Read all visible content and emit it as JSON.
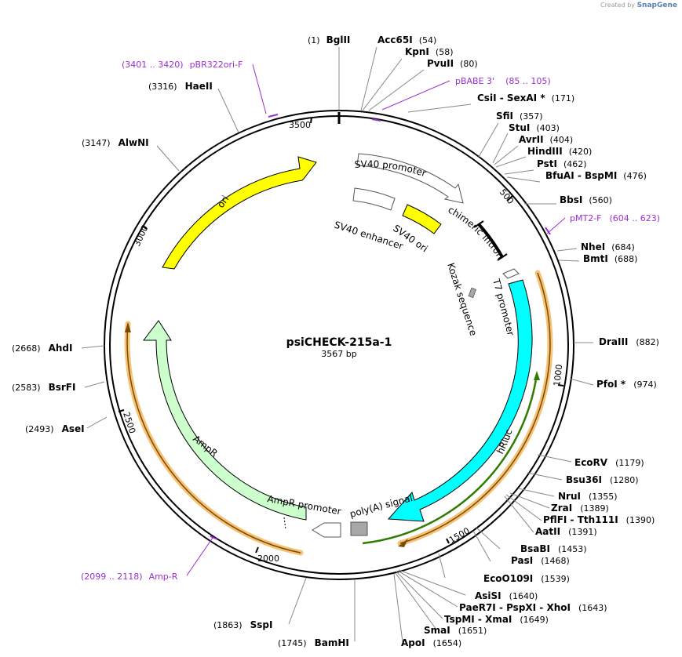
{
  "credit": {
    "created_by": "Created by",
    "brand": "SnapGene"
  },
  "plasmid": {
    "name": "psiCHECK-215a-1",
    "length_label": "3567 bp",
    "length": 3567
  },
  "ticks": [
    "500",
    "1000",
    "1500",
    "2000",
    "2500",
    "3000",
    "3500"
  ],
  "sites": [
    {
      "pos": 1,
      "name": "BglII",
      "pos_label": "(1)"
    },
    {
      "pos": 54,
      "name": "Acc65I",
      "pos_label": "(54)"
    },
    {
      "pos": 58,
      "name": "KpnI",
      "pos_label": "(58)"
    },
    {
      "pos": 80,
      "name": "PvuII",
      "pos_label": "(80)"
    },
    {
      "pos": 171,
      "name": "CsiI  -  SexAI *",
      "pos_label": "(171)"
    },
    {
      "pos": 357,
      "name": "SfiI",
      "pos_label": "(357)"
    },
    {
      "pos": 403,
      "name": "StuI",
      "pos_label": "(403)"
    },
    {
      "pos": 404,
      "name": "AvrII",
      "pos_label": "(404)"
    },
    {
      "pos": 420,
      "name": "HindIII",
      "pos_label": "(420)"
    },
    {
      "pos": 462,
      "name": "PstI",
      "pos_label": "(462)"
    },
    {
      "pos": 476,
      "name": "BfuAI  -  BspMI",
      "pos_label": "(476)"
    },
    {
      "pos": 560,
      "name": "BbsI",
      "pos_label": "(560)"
    },
    {
      "pos": 684,
      "name": "NheI",
      "pos_label": "(684)"
    },
    {
      "pos": 688,
      "name": "BmtI",
      "pos_label": "(688)"
    },
    {
      "pos": 882,
      "name": "DraIII",
      "pos_label": "(882)"
    },
    {
      "pos": 974,
      "name": "PfoI *",
      "pos_label": "(974)"
    },
    {
      "pos": 1179,
      "name": "EcoRV",
      "pos_label": "(1179)"
    },
    {
      "pos": 1280,
      "name": "Bsu36I",
      "pos_label": "(1280)"
    },
    {
      "pos": 1355,
      "name": "NruI",
      "pos_label": "(1355)"
    },
    {
      "pos": 1389,
      "name": "ZraI",
      "pos_label": "(1389)"
    },
    {
      "pos": 1390,
      "name": "PflFI  -  Tth111I",
      "pos_label": "(1390)"
    },
    {
      "pos": 1391,
      "name": "AatII",
      "pos_label": "(1391)"
    },
    {
      "pos": 1453,
      "name": "BsaBI",
      "pos_label": "(1453)"
    },
    {
      "pos": 1468,
      "name": "PasI",
      "pos_label": "(1468)"
    },
    {
      "pos": 1539,
      "name": "EcoO109I",
      "pos_label": "(1539)"
    },
    {
      "pos": 1640,
      "name": "AsiSI",
      "pos_label": "(1640)"
    },
    {
      "pos": 1643,
      "name": "PaeR7I  -  PspXI  -  XhoI",
      "pos_label": "(1643)"
    },
    {
      "pos": 1649,
      "name": "TspMI  -  XmaI",
      "pos_label": "(1649)"
    },
    {
      "pos": 1651,
      "name": "SmaI",
      "pos_label": "(1651)"
    },
    {
      "pos": 1654,
      "name": "ApoI",
      "pos_label": "(1654)"
    },
    {
      "pos": 1745,
      "name": "BamHI",
      "pos_label": "(1745)"
    },
    {
      "pos": 1863,
      "name": "SspI",
      "pos_label": "(1863)"
    },
    {
      "pos": 2493,
      "name": "AseI",
      "pos_label": "(2493)"
    },
    {
      "pos": 2583,
      "name": "BsrFI",
      "pos_label": "(2583)"
    },
    {
      "pos": 2668,
      "name": "AhdI",
      "pos_label": "(2668)"
    },
    {
      "pos": 3147,
      "name": "AlwNI",
      "pos_label": "(3147)"
    },
    {
      "pos": 3316,
      "name": "HaeII",
      "pos_label": "(3316)"
    }
  ],
  "primers": [
    {
      "name": "pBR322ori-F",
      "range_label": "(3401 .. 3420)"
    },
    {
      "name": "pBABE 3'",
      "range_label": "(85 .. 105)"
    },
    {
      "name": "pMT2-F",
      "range_label": "(604 .. 623)"
    },
    {
      "name": "Amp-R",
      "range_label": "(2099 .. 2118)"
    }
  ],
  "features": {
    "sv40_promoter": "SV40 promoter",
    "sv40_enhancer": "SV40 enhancer",
    "sv40_ori": "SV40 ori",
    "chimeric_intron": "chimeric intron",
    "kozak": "Kozak sequence",
    "t7_promoter": "T7 promoter",
    "hrluc": "hRluc",
    "polya": "poly(A) signal",
    "ampr_promoter": "AmpR promoter",
    "ampr": "AmpR",
    "ori": "ori"
  },
  "colors": {
    "ori": "#ffff00",
    "hrluc": "#00ffff",
    "ampr": "#ccffcc",
    "orf_track": "#f5c276",
    "orf_line": "#7a4a00",
    "green_track": "#2e7d00",
    "primer": "#9b2fd0",
    "polya": "#a8a8a8"
  }
}
